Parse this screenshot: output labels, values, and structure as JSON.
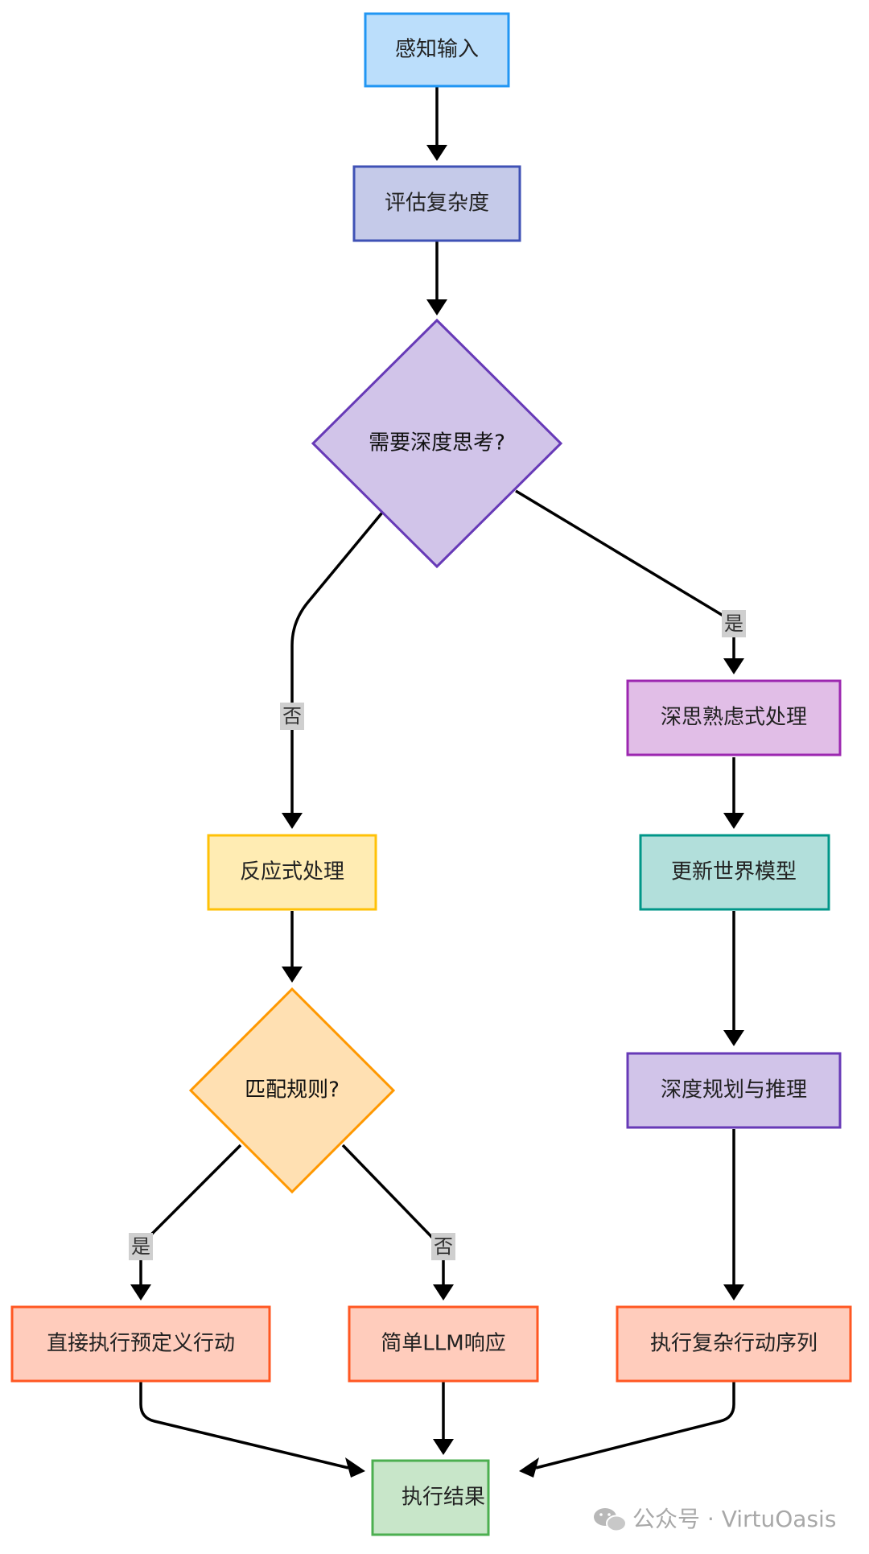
{
  "nodes": {
    "perception_input": {
      "label": "感知输入",
      "fill": "#bbdefb",
      "stroke": "#2196f3"
    },
    "assess_complexity": {
      "label": "评估复杂度",
      "fill": "#c5cae9",
      "stroke": "#3f51b5"
    },
    "need_deep_thinking": {
      "label": "需要深度思考?",
      "fill": "#d1c4e9",
      "stroke": "#673ab7"
    },
    "deliberative_processing": {
      "label": "深思熟虑式处理",
      "fill": "#e1bee7",
      "stroke": "#9c27b0"
    },
    "update_world_model": {
      "label": "更新世界模型",
      "fill": "#b2dfdb",
      "stroke": "#009688"
    },
    "deep_planning": {
      "label": "深度规划与推理",
      "fill": "#d1c4e9",
      "stroke": "#673ab7"
    },
    "reactive_processing": {
      "label": "反应式处理",
      "fill": "#ffecb3",
      "stroke": "#ffc107"
    },
    "match_rule": {
      "label": "匹配规则?",
      "fill": "#ffe0b2",
      "stroke": "#ff9800"
    },
    "execute_predefined": {
      "label": "直接执行预定义行动",
      "fill": "#ffccbc",
      "stroke": "#ff5722"
    },
    "simple_llm": {
      "label": "简单LLM响应",
      "fill": "#ffccbc",
      "stroke": "#ff5722"
    },
    "execute_complex": {
      "label": "执行复杂行动序列",
      "fill": "#ffccbc",
      "stroke": "#ff5722"
    },
    "execution_result": {
      "label": "执行结果",
      "fill": "#c8e6c9",
      "stroke": "#4caf50"
    }
  },
  "edge_labels": {
    "deep_yes": "是",
    "deep_no": "否",
    "rule_yes": "是",
    "rule_no": "否"
  },
  "watermark": {
    "text": "公众号 · VirtuOasis",
    "icon": "wechat-icon"
  }
}
